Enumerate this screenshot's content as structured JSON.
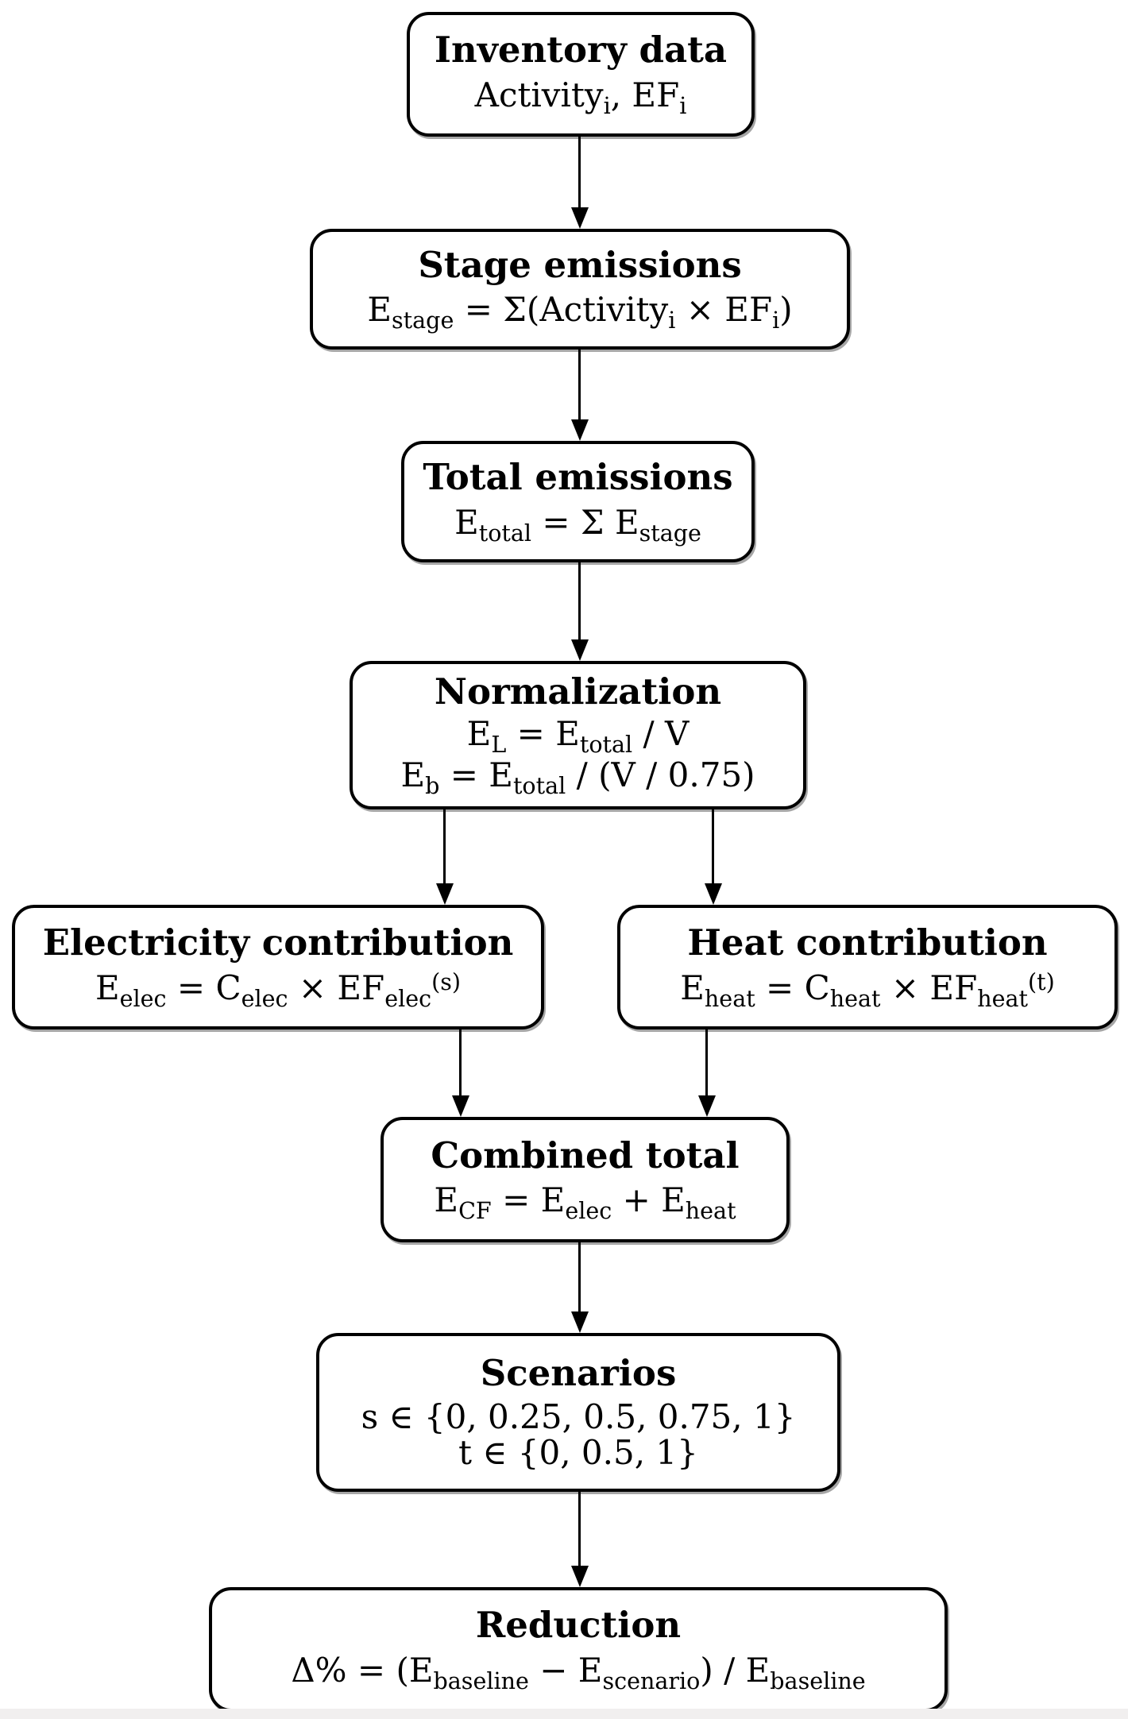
{
  "figure": {
    "background": "#ffffff",
    "line_color": "#000000",
    "box_fill": "#ffffff"
  },
  "nodes": [
    {
      "id": "inventory-data",
      "title": "Inventory data",
      "lines": [
        [
          [
            "n",
            "Activity"
          ],
          [
            "s",
            "i"
          ],
          [
            "n",
            ", EF"
          ],
          [
            "s",
            "i"
          ]
        ]
      ]
    },
    {
      "id": "stage-emissions",
      "title": "Stage emissions",
      "lines": [
        [
          [
            "n",
            "E"
          ],
          [
            "s",
            "stage"
          ],
          [
            "n",
            " = Σ(Activity"
          ],
          [
            "s",
            "i"
          ],
          [
            "n",
            " × EF"
          ],
          [
            "s",
            "i"
          ],
          [
            "n",
            ")"
          ]
        ]
      ]
    },
    {
      "id": "total-emissions",
      "title": "Total emissions",
      "lines": [
        [
          [
            "n",
            "E"
          ],
          [
            "s",
            "total"
          ],
          [
            "n",
            " = Σ E"
          ],
          [
            "s",
            "stage"
          ]
        ]
      ]
    },
    {
      "id": "normalization",
      "title": "Normalization",
      "lines": [
        [
          [
            "n",
            "E"
          ],
          [
            "s",
            "L"
          ],
          [
            "n",
            " = E"
          ],
          [
            "s",
            "total"
          ],
          [
            "n",
            " / V"
          ]
        ],
        [
          [
            "n",
            "E"
          ],
          [
            "s",
            "b"
          ],
          [
            "n",
            " = E"
          ],
          [
            "s",
            "total"
          ],
          [
            "n",
            " / (V / 0.75)"
          ]
        ]
      ]
    },
    {
      "id": "electricity-contribution",
      "title": "Electricity contribution",
      "lines": [
        [
          [
            "n",
            "E"
          ],
          [
            "s",
            "elec"
          ],
          [
            "n",
            " = C"
          ],
          [
            "s",
            "elec"
          ],
          [
            "n",
            " × EF"
          ],
          [
            "s",
            "elec"
          ],
          [
            "p",
            "(s)"
          ]
        ]
      ]
    },
    {
      "id": "heat-contribution",
      "title": "Heat contribution",
      "lines": [
        [
          [
            "n",
            "E"
          ],
          [
            "s",
            "heat"
          ],
          [
            "n",
            " = C"
          ],
          [
            "s",
            "heat"
          ],
          [
            "n",
            " × EF"
          ],
          [
            "s",
            "heat"
          ],
          [
            "p",
            "(t)"
          ]
        ]
      ]
    },
    {
      "id": "combined-total",
      "title": "Combined total",
      "lines": [
        [
          [
            "n",
            "E"
          ],
          [
            "s",
            "CF"
          ],
          [
            "n",
            " = E"
          ],
          [
            "s",
            "elec"
          ],
          [
            "n",
            " + E"
          ],
          [
            "s",
            "heat"
          ]
        ]
      ]
    },
    {
      "id": "scenarios",
      "title": "Scenarios",
      "lines": [
        [
          [
            "n",
            "s ∈ {0, 0.25, 0.5, 0.75, 1}"
          ]
        ],
        [
          [
            "n",
            "t ∈ {0, 0.5, 1}"
          ]
        ]
      ]
    },
    {
      "id": "reduction",
      "title": "Reduction",
      "lines": [
        [
          [
            "n",
            "Δ% = (E"
          ],
          [
            "s",
            "baseline"
          ],
          [
            "n",
            " − E"
          ],
          [
            "s",
            "scenario"
          ],
          [
            "n",
            ") / E"
          ],
          [
            "s",
            "baseline"
          ]
        ]
      ]
    }
  ],
  "edges": [
    {
      "from": "inventory-data",
      "to": "stage-emissions"
    },
    {
      "from": "stage-emissions",
      "to": "total-emissions"
    },
    {
      "from": "total-emissions",
      "to": "normalization"
    },
    {
      "from": "normalization",
      "to": "electricity-contribution"
    },
    {
      "from": "normalization",
      "to": "heat-contribution"
    },
    {
      "from": "electricity-contribution",
      "to": "combined-total"
    },
    {
      "from": "heat-contribution",
      "to": "combined-total"
    },
    {
      "from": "combined-total",
      "to": "scenarios"
    },
    {
      "from": "scenarios",
      "to": "reduction"
    }
  ]
}
